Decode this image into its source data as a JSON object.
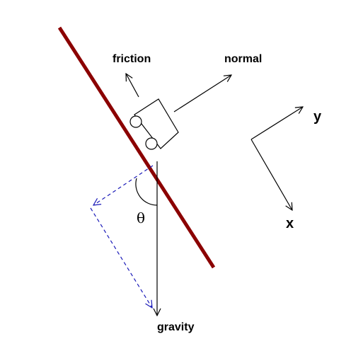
{
  "labels": {
    "friction": "friction",
    "normal": "normal",
    "gravity": "gravity",
    "theta": "θ",
    "axis_x": "x",
    "axis_y": "y"
  },
  "colors": {
    "incline": "#8b0000",
    "components": "#1a1ab8",
    "ink": "#000000"
  }
}
